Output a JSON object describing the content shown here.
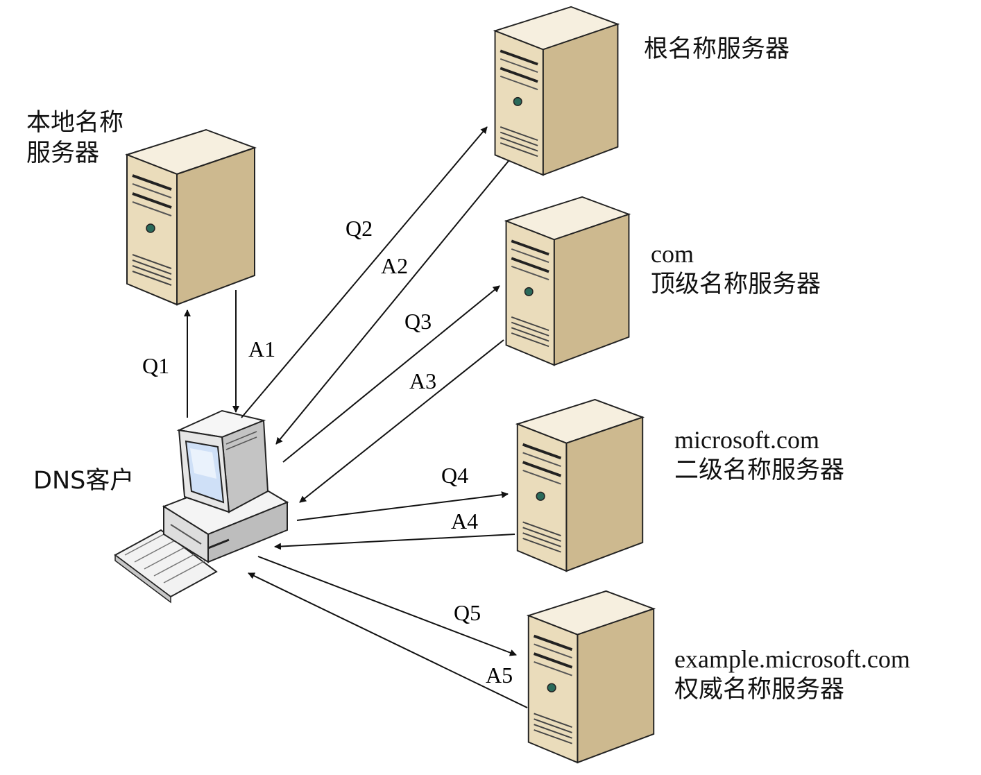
{
  "nodes": {
    "local": {
      "line1": "本地名称",
      "line2": "服务器"
    },
    "root": {
      "name": "根名称服务器"
    },
    "tld": {
      "line1": "com",
      "line2": "顶级名称服务器"
    },
    "second": {
      "line1": "microsoft.com",
      "line2": "二级名称服务器"
    },
    "auth": {
      "line1": "example.microsoft.com",
      "line2": "权威名称服务器"
    },
    "client": {
      "name": "DNS客户"
    }
  },
  "edges": {
    "q1": "Q1",
    "a1": "A1",
    "q2": "Q2",
    "a2": "A2",
    "q3": "Q3",
    "a3": "A3",
    "q4": "Q4",
    "a4": "A4",
    "q5": "Q5",
    "a5": "A5"
  },
  "colors": {
    "server_front": "#eadcbb",
    "server_side": "#cdb98f",
    "server_top": "#f6efdf",
    "outline": "#222222",
    "client_body": "#e9e9e9",
    "screen": "#cfe0f7",
    "arrow": "#111111"
  }
}
